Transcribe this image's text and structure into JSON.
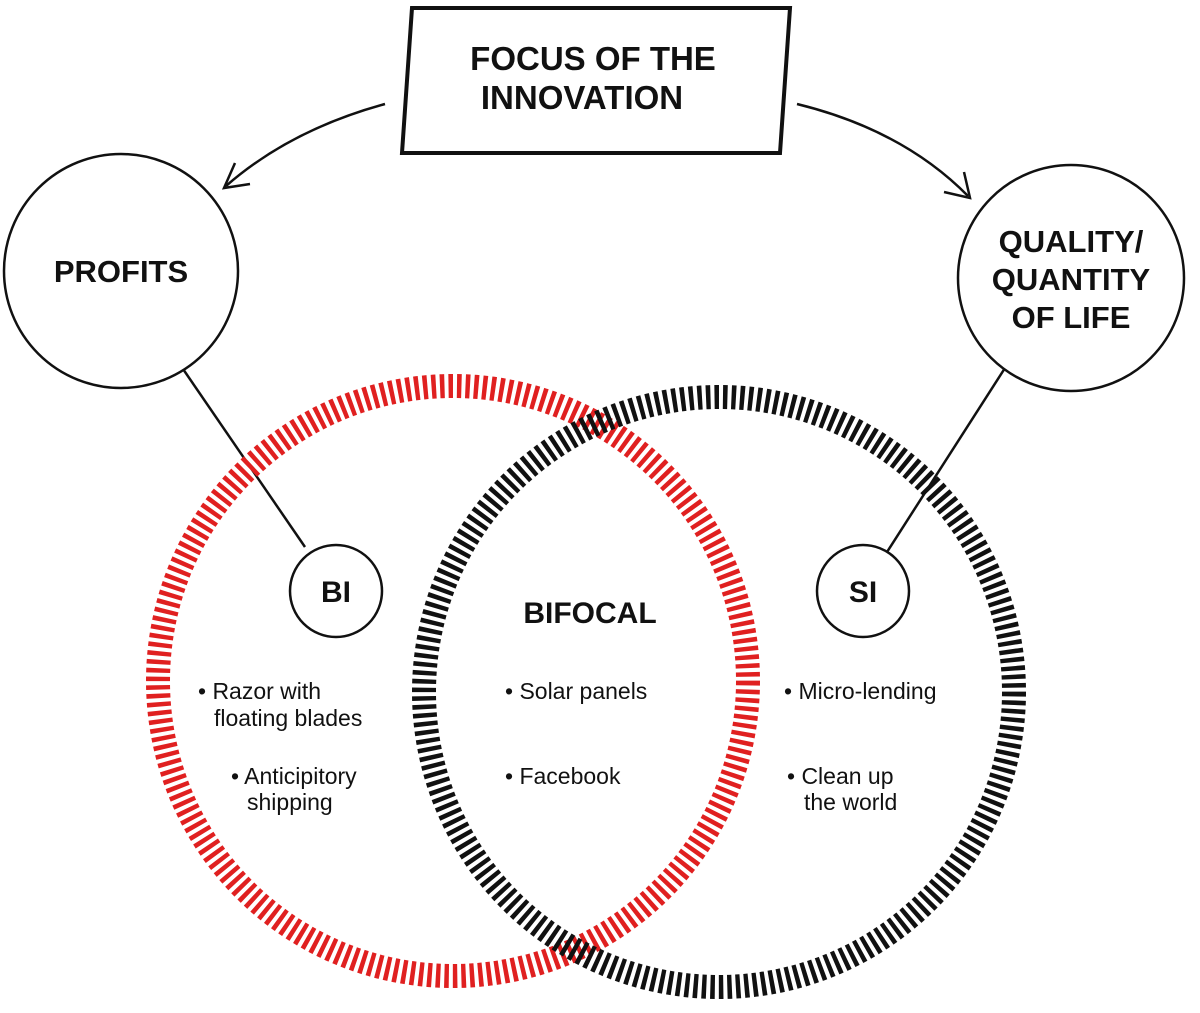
{
  "colors": {
    "business_ring": "#e02020",
    "social_ring": "#111111",
    "stroke": "#111111",
    "background": "#ffffff"
  },
  "title": {
    "line1": "FOCUS OF THE",
    "line2": "INNOVATION"
  },
  "profits": {
    "label": "PROFITS"
  },
  "quality": {
    "line1": "QUALITY/",
    "line2": "QUANTITY",
    "line3": "OF LIFE"
  },
  "bi": {
    "label": "BI",
    "items": [
      {
        "line1": "• Razor with",
        "line2": "floating blades"
      },
      {
        "line1": "• Anticipitory",
        "line2": "shipping"
      }
    ]
  },
  "bifocal": {
    "label": "BIFOCAL",
    "items": [
      {
        "line1": "• Solar panels"
      },
      {
        "line1": "• Facebook"
      }
    ]
  },
  "si": {
    "label": "SI",
    "items": [
      {
        "line1": "• Micro-lending"
      },
      {
        "line1": "• Clean up",
        "line2": "the world"
      }
    ]
  }
}
